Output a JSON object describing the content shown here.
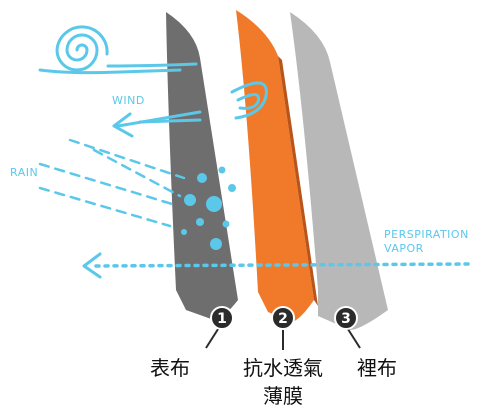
{
  "annotations": {
    "wind": "WIND",
    "rain": "RAIN",
    "perspiration_line1": "PERSPIRATION",
    "perspiration_line2": "VAPOR"
  },
  "layers": [
    {
      "number": "1",
      "label": "表布",
      "color": "#6e6e6e"
    },
    {
      "number": "2",
      "label_line1": "抗水透氣",
      "label_line2": "薄膜",
      "color": "#f07a2a"
    },
    {
      "number": "3",
      "label": "裡布",
      "color": "#b8b8b8"
    }
  ],
  "colors": {
    "accent_blue": "#5bc8ea",
    "badge": "#2b2b2b",
    "text": "#111111"
  },
  "icons": [
    "wind-swirl-icon",
    "rain-drops-icon",
    "arrow-left-icon"
  ]
}
